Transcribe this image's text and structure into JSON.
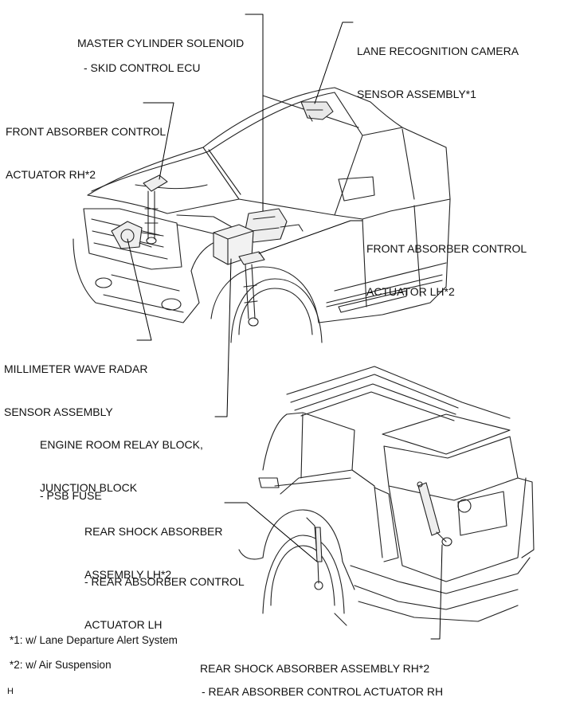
{
  "labels": {
    "master_cylinder": "MASTER CYLINDER SOLENOID",
    "skid_ecu": "- SKID CONTROL ECU",
    "lane_camera_1": "LANE RECOGNITION CAMERA",
    "lane_camera_2": "SENSOR ASSEMBLY*1",
    "front_rh_1": "FRONT ABSORBER CONTROL",
    "front_rh_2": "ACTUATOR RH*2",
    "front_lh_1": "FRONT ABSORBER CONTROL",
    "front_lh_2": "ACTUATOR LH*2",
    "radar_1": "MILLIMETER WAVE RADAR",
    "radar_2": "SENSOR ASSEMBLY",
    "relay_1": "ENGINE ROOM RELAY BLOCK,",
    "relay_2": "JUNCTION BLOCK",
    "psb_fuse": "- PSB FUSE",
    "rear_lh_1": "REAR SHOCK ABSORBER",
    "rear_lh_2": "ASSEMBLY LH*2",
    "rear_lh_act_1": "- REAR ABSORBER CONTROL",
    "rear_lh_act_2": "ACTUATOR LH",
    "rear_rh": "REAR SHOCK ABSORBER ASSEMBLY RH*2",
    "rear_rh_act": "- REAR ABSORBER CONTROL ACTUATOR RH"
  },
  "footnotes": {
    "note1": "*1: w/ Lane Departure Alert System",
    "note2": "*2: w/ Air Suspension"
  },
  "figure_code": "H"
}
